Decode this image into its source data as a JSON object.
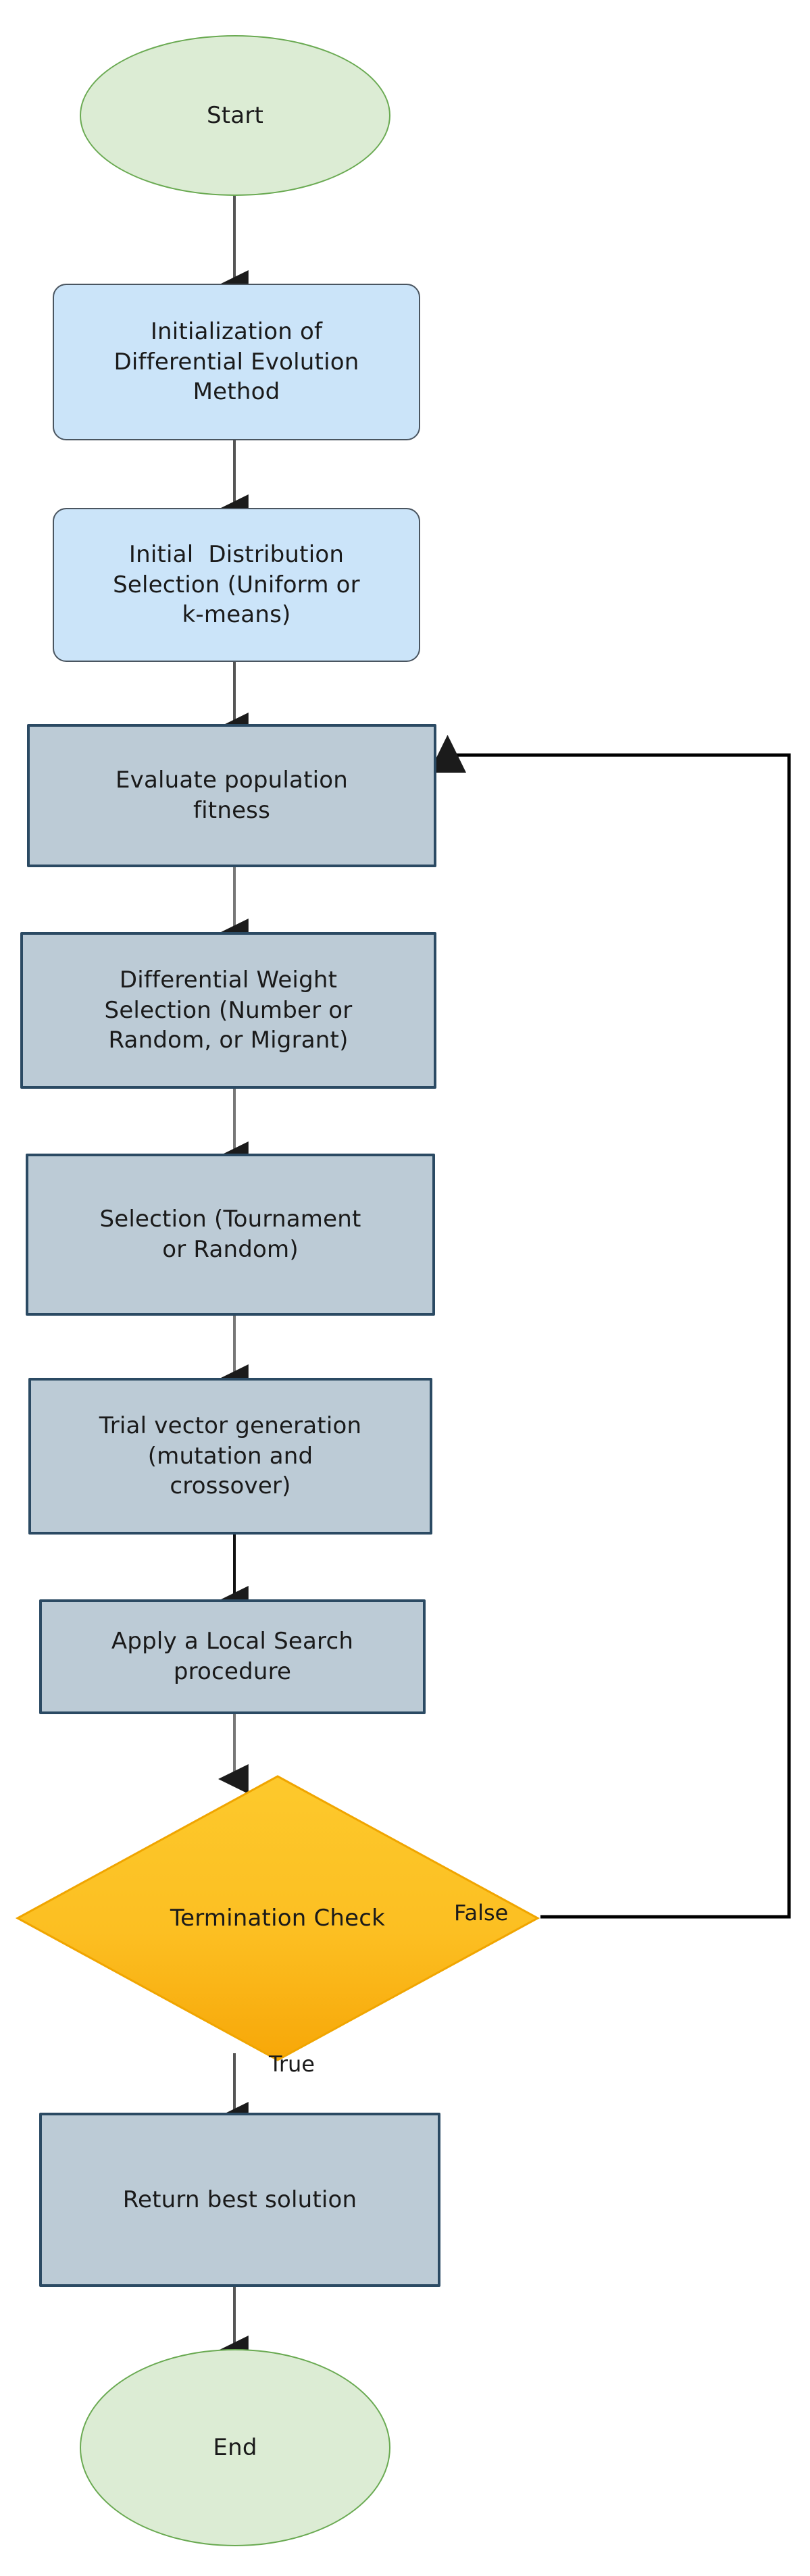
{
  "diagram": {
    "title": "Differential Evolution Method Flowchart",
    "type": "flowchart",
    "colors": {
      "terminator_fill": "#dcecd4",
      "terminator_stroke": "#6aaa52",
      "rounded_fill": "#cbe4f9",
      "rounded_stroke": "#4a5560",
      "process_fill": "#bccbd6",
      "process_stroke": "#2b4a63",
      "decision_fill": "#fbc02d",
      "decision_fill_alt": "#f9a825",
      "decision_stroke": "#f0a500",
      "arrow_dark": "#555555",
      "arrow_black": "#000000",
      "text": "#1a1a1a",
      "background": "#ffffff"
    },
    "nodes": [
      {
        "id": "start",
        "shape": "ellipse",
        "label": "Start"
      },
      {
        "id": "init",
        "shape": "rounded",
        "label": "Initialization of\nDifferential Evolution\nMethod"
      },
      {
        "id": "dist",
        "shape": "rounded",
        "label": "Initial  Distribution\nSelection (Uniform or\nk-means)"
      },
      {
        "id": "evaluate",
        "shape": "process",
        "label": "Evaluate population\nfitness"
      },
      {
        "id": "weight",
        "shape": "process",
        "label": "Differential Weight\nSelection (Number or\nRandom, or Migrant)"
      },
      {
        "id": "selection",
        "shape": "process",
        "label": "Selection (Tournament\nor Random)"
      },
      {
        "id": "trial",
        "shape": "process",
        "label": "Trial vector generation\n(mutation and\ncrossover)"
      },
      {
        "id": "localsearch",
        "shape": "process",
        "label": "Apply a Local Search\nprocedure"
      },
      {
        "id": "termination",
        "shape": "diamond",
        "label": "Termination Check"
      },
      {
        "id": "return",
        "shape": "process",
        "label": "Return best solution"
      },
      {
        "id": "end",
        "shape": "ellipse",
        "label": "End"
      }
    ],
    "edges": [
      {
        "from": "start",
        "to": "init",
        "label": ""
      },
      {
        "from": "init",
        "to": "dist",
        "label": ""
      },
      {
        "from": "dist",
        "to": "evaluate",
        "label": ""
      },
      {
        "from": "evaluate",
        "to": "weight",
        "label": ""
      },
      {
        "from": "weight",
        "to": "selection",
        "label": ""
      },
      {
        "from": "selection",
        "to": "trial",
        "label": ""
      },
      {
        "from": "trial",
        "to": "localsearch",
        "label": ""
      },
      {
        "from": "localsearch",
        "to": "termination",
        "label": ""
      },
      {
        "from": "termination",
        "to": "return",
        "label": "True"
      },
      {
        "from": "termination",
        "to": "evaluate",
        "label": "False"
      }
    ],
    "edge_labels": {
      "false_label": "False",
      "true_label": "True"
    }
  }
}
